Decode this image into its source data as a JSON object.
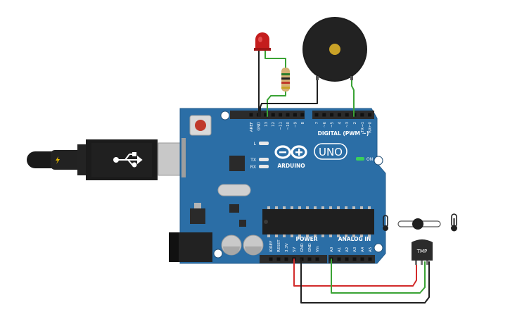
{
  "board": {
    "name": "Arduino Uno",
    "logo_text": "ARDUINO",
    "uno_text": "UNO",
    "on_label": "ON",
    "digital_header": "DIGITAL (PWM ~)",
    "power_header": "POWER",
    "analog_header": "ANALOG IN",
    "led_labels": [
      "L",
      "TX",
      "RX"
    ],
    "top_pins_left": [
      "AREF",
      "GND",
      "13",
      "12",
      "~11",
      "~10",
      "~9",
      "8"
    ],
    "top_pins_right": [
      "7",
      "~6",
      "~5",
      "4",
      "~3",
      "2",
      "TX→1",
      "RX←0"
    ],
    "bottom_power_pins": [
      "IOREF",
      "RESET",
      "3.3V",
      "5V",
      "GND",
      "GND",
      "Vin"
    ],
    "bottom_analog_pins": [
      "A0",
      "A1",
      "A2",
      "A3",
      "A4",
      "A5"
    ],
    "colors": {
      "pcb": "#2b6ea6",
      "header": "#2b2b2b"
    }
  },
  "components": {
    "sensor_label": "TMP",
    "slider_value_text": "",
    "led_color": "#cc1f1f",
    "buzzer_color": "#1e1e1e",
    "buzzer_center_color": "#c9a227"
  },
  "wires": {
    "colors": {
      "black": "#1f1f1f",
      "green": "#3aa335",
      "red": "#d22b2b"
    }
  },
  "icons": [
    "usb-icon",
    "bolt-icon",
    "thermometer-icon"
  ]
}
